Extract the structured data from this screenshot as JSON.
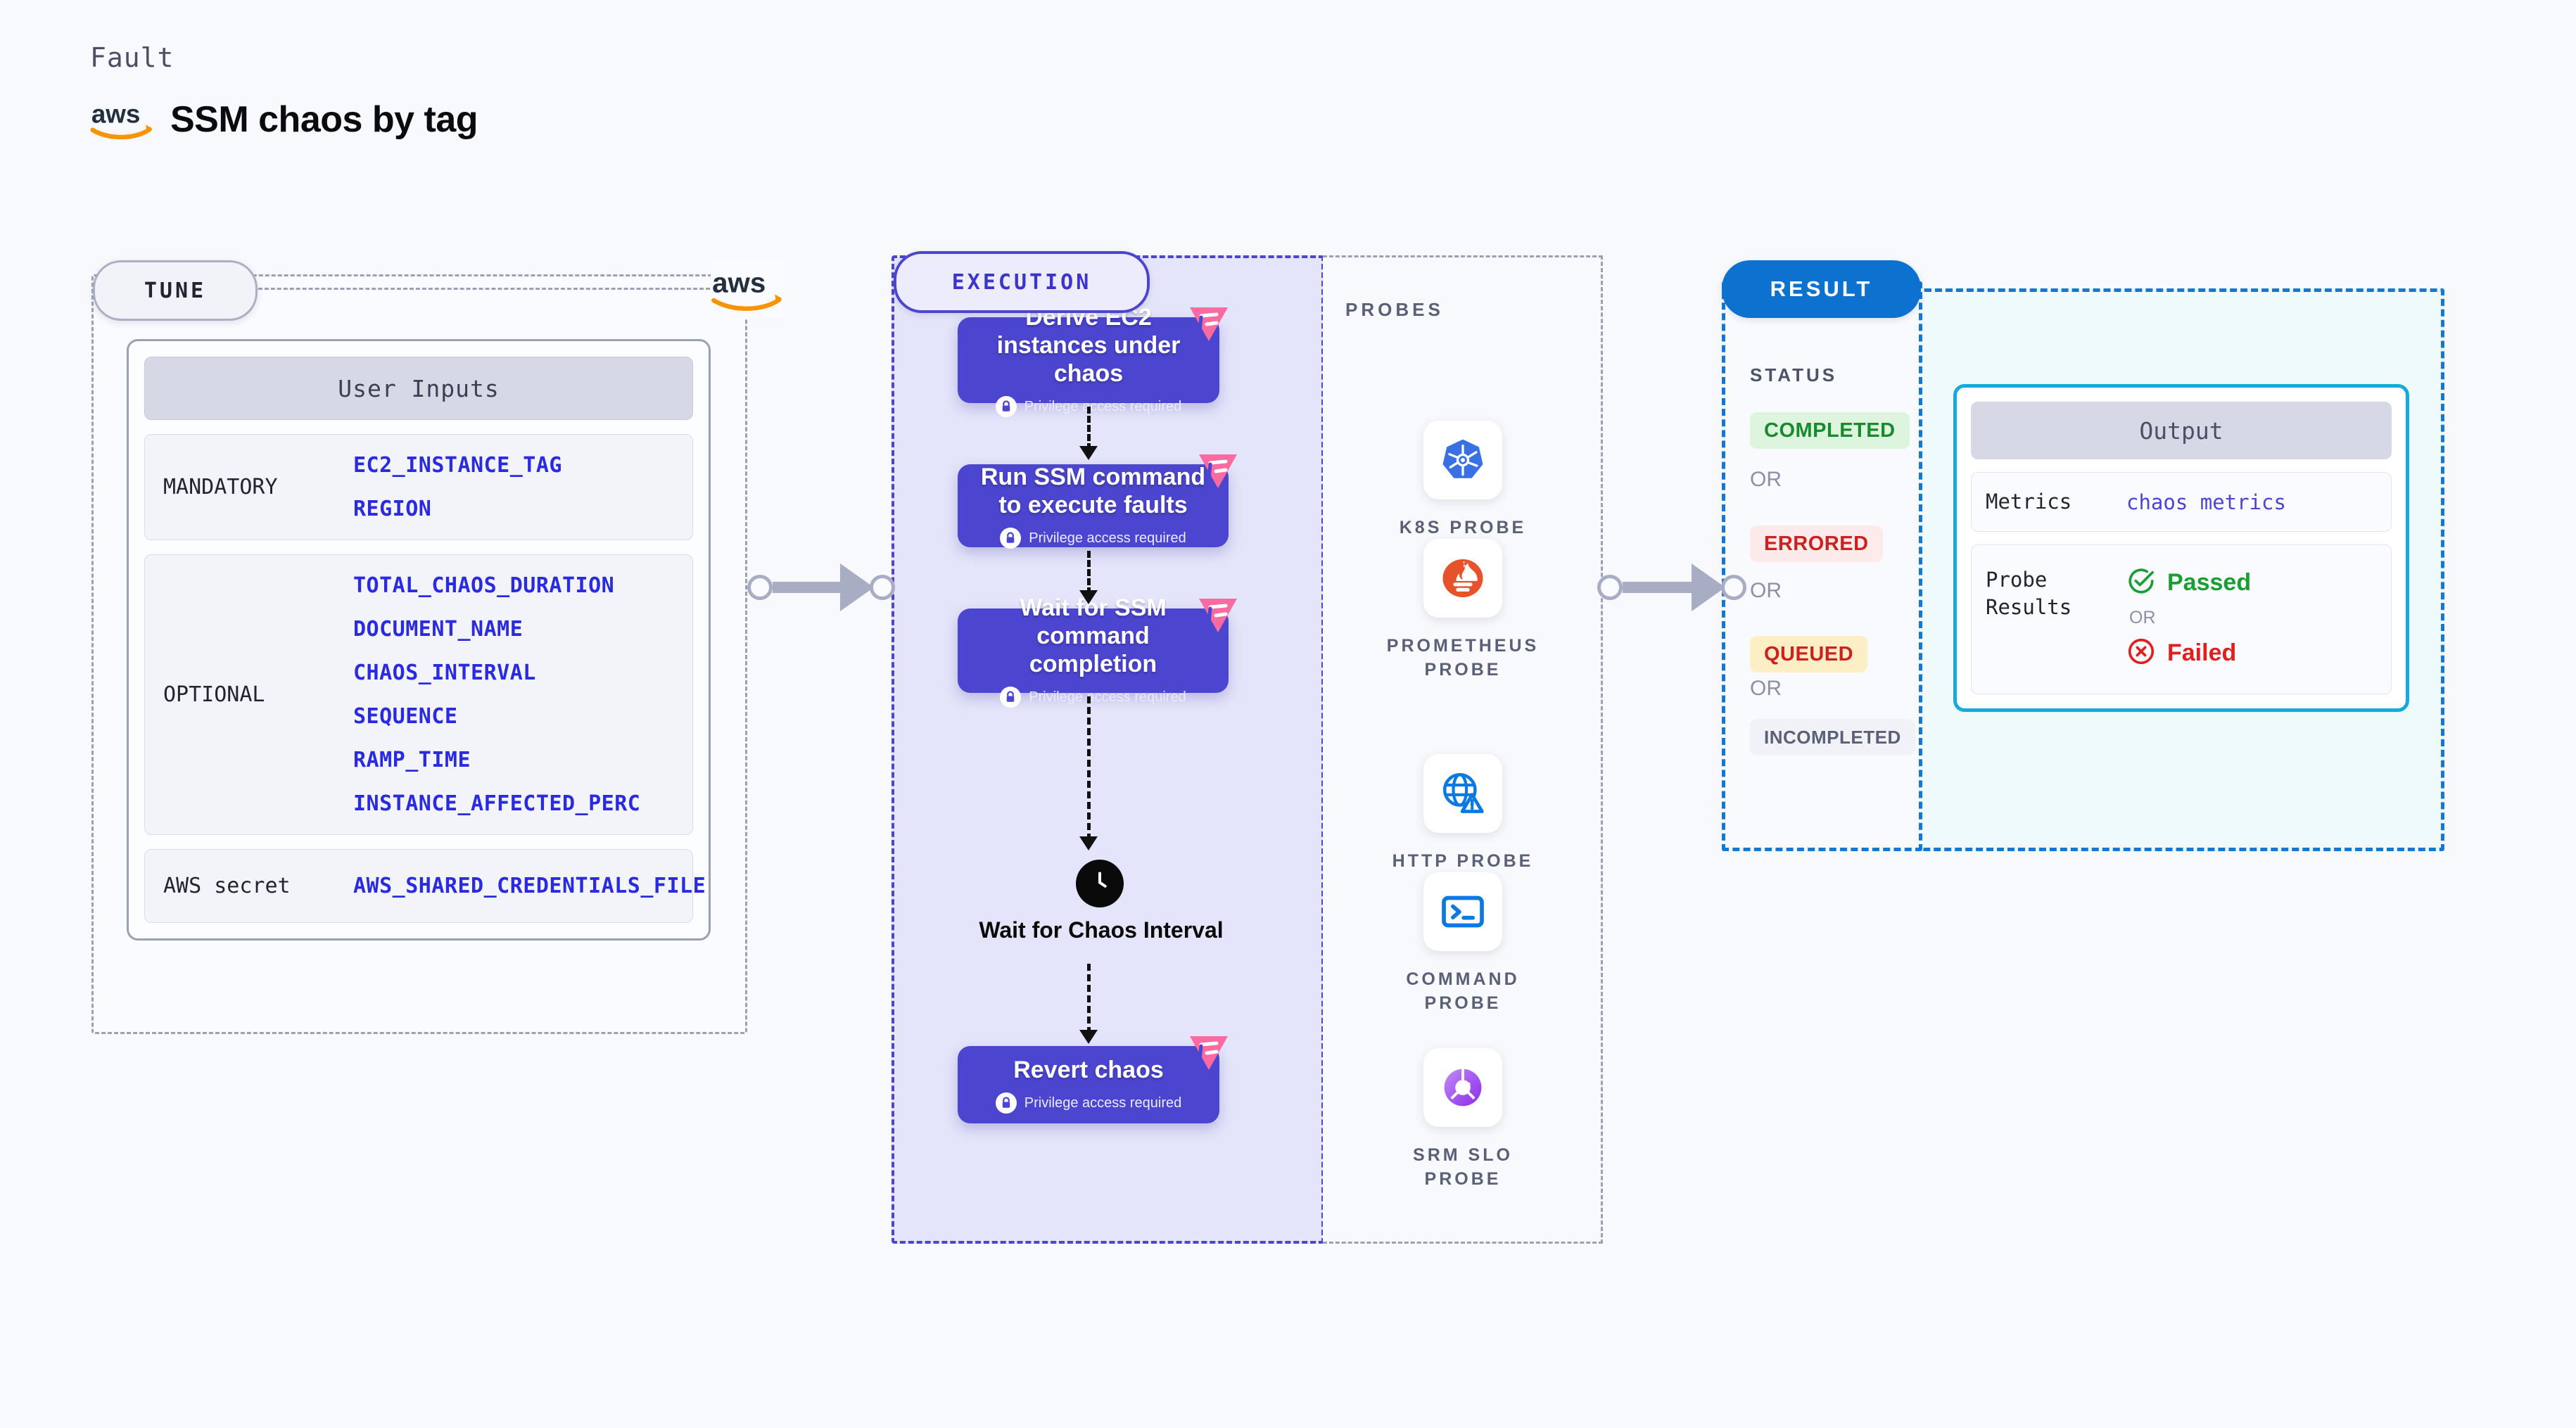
{
  "header": {
    "kicker": "Fault",
    "title": "SSM chaos by tag",
    "logo_icon": "aws-logo"
  },
  "tune": {
    "pill_label": "TUNE",
    "logo_icon": "aws-logo",
    "card_title": "User Inputs",
    "groups": [
      {
        "kind": "MANDATORY",
        "params": [
          "EC2_INSTANCE_TAG",
          "REGION"
        ]
      },
      {
        "kind": "OPTIONAL",
        "params": [
          "TOTAL_CHAOS_DURATION",
          "DOCUMENT_NAME",
          "CHAOS_INTERVAL",
          "SEQUENCE",
          "RAMP_TIME",
          "INSTANCE_AFFECTED_PERC"
        ]
      },
      {
        "kind": "AWS secret",
        "params": [
          "AWS_SHARED_CREDENTIALS_FILE"
        ]
      }
    ]
  },
  "execution": {
    "pill_label": "EXECUTION",
    "privilege_note": "Privilege access required",
    "nodes": [
      {
        "title": "Derive EC2 instances under chaos",
        "privileged": true,
        "badge_icon": "harness-corner-badge"
      },
      {
        "title": "Run SSM command to execute faults",
        "privileged": true,
        "badge_icon": "harness-corner-badge"
      },
      {
        "title": "Wait for SSM command completion",
        "privileged": true,
        "badge_icon": "harness-corner-badge"
      },
      {
        "title": "Wait for Chaos Interval",
        "privileged": false,
        "icon": "clock-icon"
      },
      {
        "title": "Revert chaos",
        "privileged": true,
        "badge_icon": "harness-corner-badge"
      }
    ]
  },
  "probes": {
    "section_label": "PROBES",
    "items": [
      {
        "label": "K8S PROBE",
        "icon": "kubernetes-icon"
      },
      {
        "label": "PROMETHEUS PROBE",
        "icon": "prometheus-icon"
      },
      {
        "label": "HTTP PROBE",
        "icon": "http-globe-warning-icon"
      },
      {
        "label": "COMMAND PROBE",
        "icon": "terminal-icon"
      },
      {
        "label": "SRM SLO PROBE",
        "icon": "srm-slo-icon"
      }
    ]
  },
  "result": {
    "pill_label": "RESULT",
    "status_label": "STATUS",
    "or_label": "OR",
    "statuses": [
      {
        "label": "COMPLETED",
        "text_color": "#1a8a2e",
        "bg_color": "#ddf5de"
      },
      {
        "label": "ERRORED",
        "text_color": "#cf2020",
        "bg_color": "#fdeaea"
      },
      {
        "label": "QUEUED",
        "text_color": "#cf2020",
        "bg_color": "#fcefc6"
      },
      {
        "label": "INCOMPLETED",
        "text_color": "#5a6075",
        "bg_color": "#f1f2f7"
      }
    ]
  },
  "output": {
    "card_title": "Output",
    "rows": [
      {
        "key": "Metrics",
        "value": "chaos metrics"
      },
      {
        "key": "Probe Results",
        "passed": "Passed",
        "or": "OR",
        "failed": "Failed"
      }
    ]
  },
  "colors": {
    "exec_purple": "#4b45cf",
    "result_blue": "#0d72cf",
    "output_cyan": "#17a9dd",
    "badge_pink": "#fb6aa0",
    "param_blue": "#2a2ae0",
    "aws_orange": "#f79400"
  }
}
